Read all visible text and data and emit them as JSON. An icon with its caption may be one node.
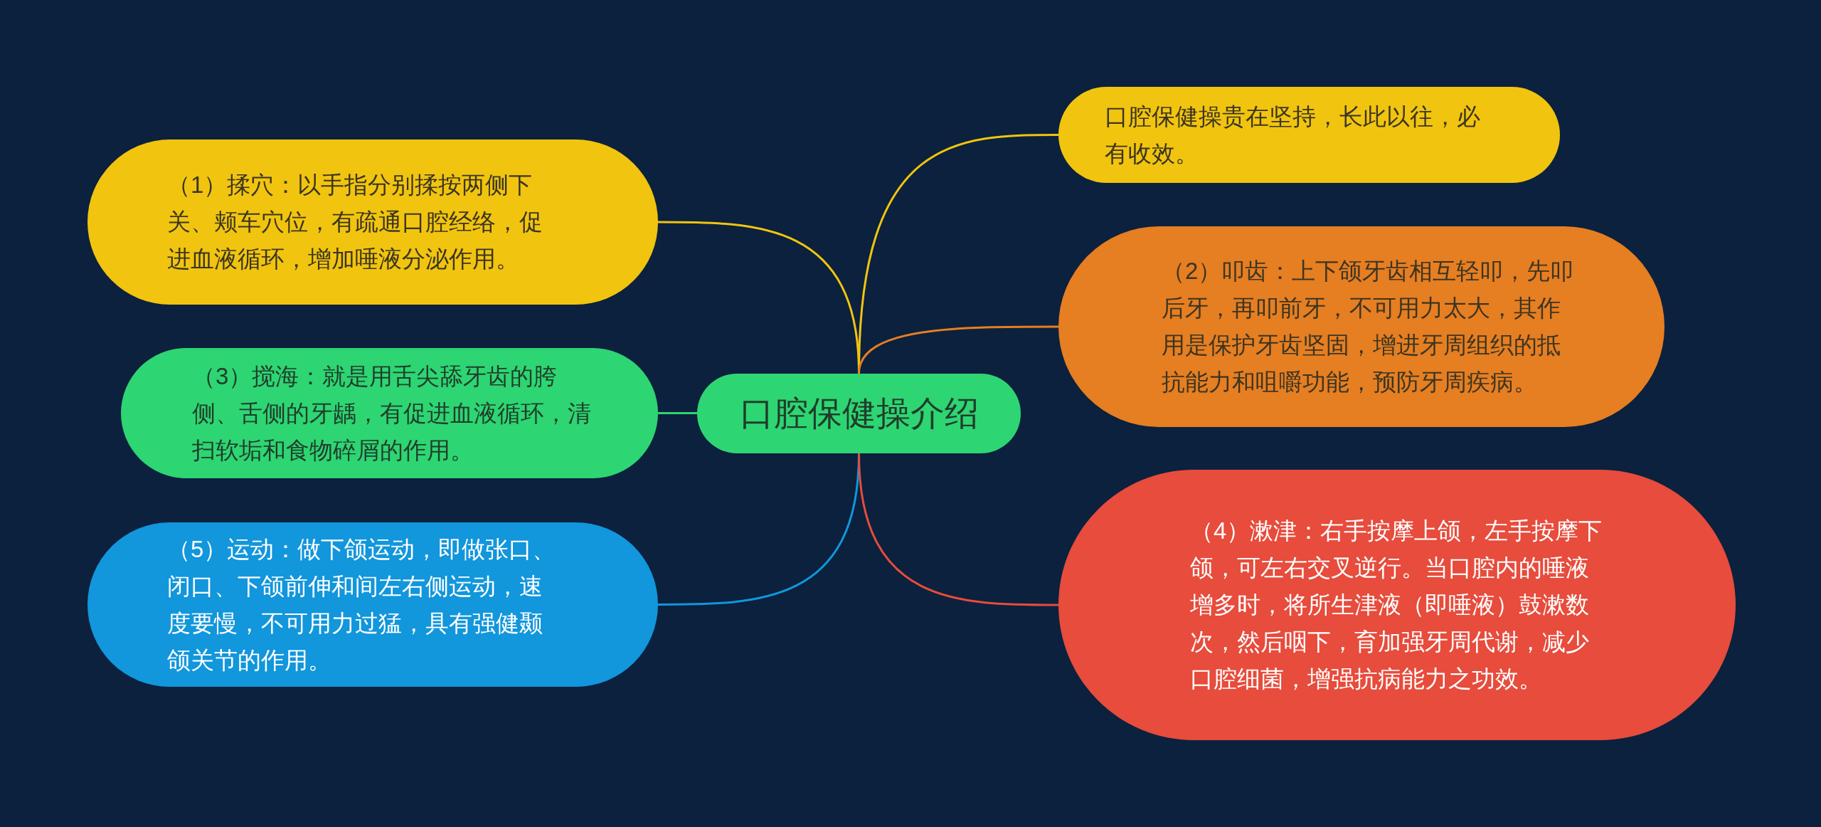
{
  "diagram": {
    "nodes": [
      {
        "text": [
          "口腔保健操介绍"
        ]
      },
      {
        "text": [
          "（1）揉穴：以手指分别揉按两侧下关、颊车穴位，有疏通口腔经络，促进血液循环，增加唾液分泌作用。"
        ]
      },
      {
        "text": [
          "（3）搅海：就是用舌尖舔牙齿的胯侧、舌侧的牙龋，有促进血液循环，清扫软垢和食物碎屑的作用。"
        ]
      },
      {
        "text": [
          "（5）运动：做下颌运动，即做张口、闭口、下颌前伸和间左右侧运动，速度要慢，不可用力过猛，具有强健颞颌关节的作用。"
        ]
      },
      {
        "text": [
          "口腔保健操贵在坚持，长此以往，必有收效。"
        ]
      },
      {
        "text": [
          "（2）叩齿：上下颌牙齿相互轻叩，先叩后牙，再叩前牙，不可用力太大，其作用是保护牙齿坚固，增进牙周组织的抵抗能力和咀嚼功能，预防牙周疾病。"
        ]
      },
      {
        "text": [
          "（4）漱津：右手按摩上颌，左手按摩下颌，可左右交叉逆行。当口腔内的唾液增多时，将所生津液（即唾液）鼓漱数次，然后咽下，育加强牙周代谢，减少口腔细菌，增强抗病能力之功效。"
        ]
      }
    ],
    "edges": [
      {
        "from": 0,
        "to": 1,
        "arrow": "none",
        "color": "#f1c40f"
      },
      {
        "from": 0,
        "to": 2,
        "arrow": "none",
        "color": "#2ed573"
      },
      {
        "from": 0,
        "to": 3,
        "arrow": "none",
        "color": "#1296dc"
      },
      {
        "from": 0,
        "to": 4,
        "arrow": "none",
        "color": "#f1c40f"
      },
      {
        "from": 0,
        "to": 5,
        "arrow": "none",
        "color": "#e67e22"
      },
      {
        "from": 0,
        "to": 6,
        "arrow": "none",
        "color": "#e74c3c"
      }
    ]
  }
}
